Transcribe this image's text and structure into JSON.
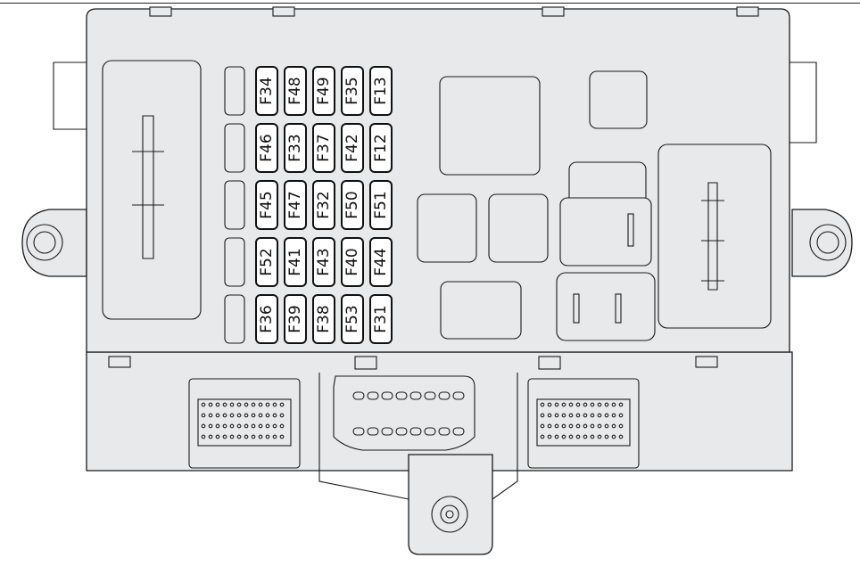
{
  "diagram": {
    "fuse_rows": [
      [
        "F34",
        "F48",
        "F49",
        "F35",
        "F13"
      ],
      [
        "F46",
        "F33",
        "F37",
        "F42",
        "F12"
      ],
      [
        "F45",
        "F47",
        "F32",
        "F50",
        "F51"
      ],
      [
        "F52",
        "F41",
        "F43",
        "F40",
        "F44"
      ],
      [
        "F36",
        "F39",
        "F38",
        "F53",
        "F31"
      ]
    ],
    "empty_slots": 5
  }
}
